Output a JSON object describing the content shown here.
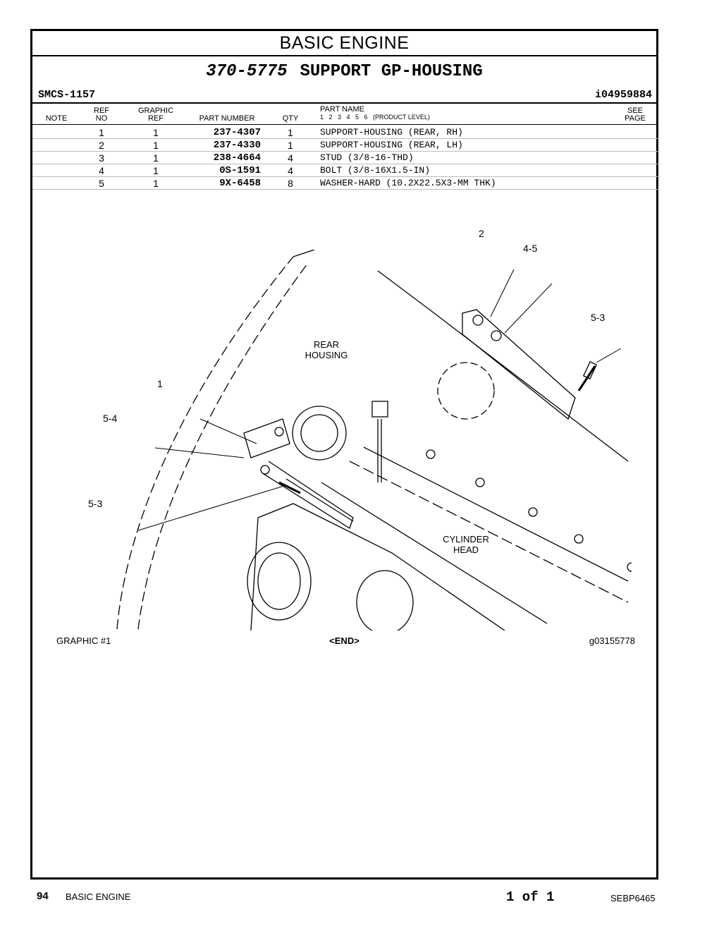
{
  "section_title": "BASIC ENGINE",
  "group": {
    "part_number": "370-5775",
    "name": "SUPPORT GP-HOUSING"
  },
  "smcs": "SMCS-1157",
  "info_id": "i04959884",
  "columns": {
    "note": "NOTE",
    "ref": [
      "REF",
      "NO"
    ],
    "graphic_ref": [
      "GRAPHIC",
      "REF"
    ],
    "part_number": "PART NUMBER",
    "qty": "QTY",
    "part_name": "PART NAME",
    "product_level": "1   2   3   4   5   6   (PRODUCT LEVEL)",
    "see_page": [
      "SEE",
      "PAGE"
    ]
  },
  "parts": [
    {
      "ref": "1",
      "graphic": "1",
      "part_number": "237-4307",
      "qty": "1",
      "name": "SUPPORT-HOUSING (REAR, RH)"
    },
    {
      "ref": "2",
      "graphic": "1",
      "part_number": "237-4330",
      "qty": "1",
      "name": "SUPPORT-HOUSING (REAR, LH)"
    },
    {
      "ref": "3",
      "graphic": "1",
      "part_number": "238-4664",
      "qty": "4",
      "name": "STUD (3/8-16-THD)"
    },
    {
      "ref": "4",
      "graphic": "1",
      "part_number": "0S-1591",
      "qty": "4",
      "name": "BOLT (3/8-16X1.5-IN)"
    },
    {
      "ref": "5",
      "graphic": "1",
      "part_number": "9X-6458",
      "qty": "8",
      "name": "WASHER-HARD (10.2X22.5X3-MM THK)"
    }
  ],
  "illustration": {
    "callouts": [
      "2",
      "4-5",
      "5-3",
      "1",
      "5-4",
      "5-3"
    ],
    "labels": {
      "rear_housing": [
        "REAR",
        "HOUSING"
      ],
      "cylinder_head": [
        "CYLINDER",
        "HEAD"
      ]
    }
  },
  "graphic_caption": "GRAPHIC #1",
  "end_mark": "<END>",
  "graphic_id": "g03155778",
  "footer": {
    "page": "94",
    "section": "BASIC ENGINE",
    "page_of": "1 of 1",
    "doc_id": "SEBP6465"
  }
}
